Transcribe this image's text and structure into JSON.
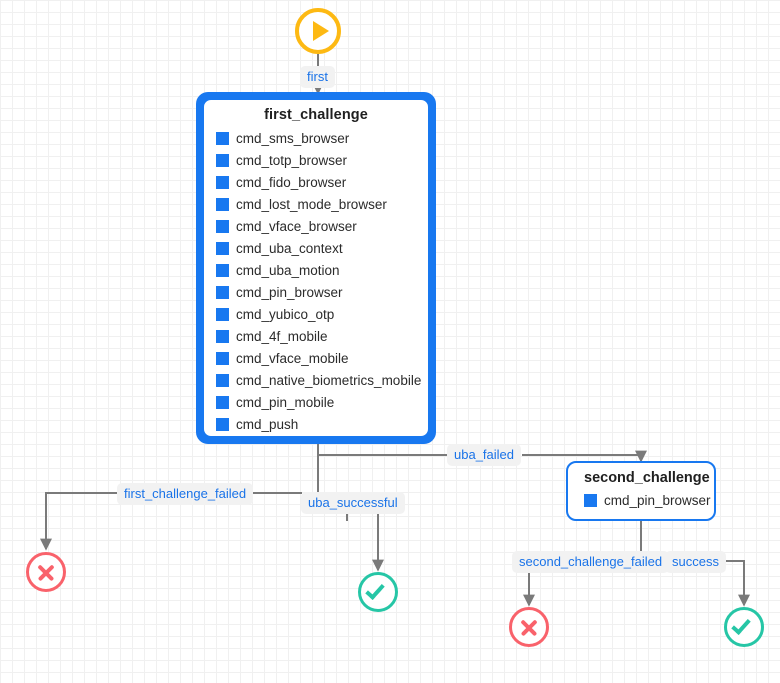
{
  "diagram": {
    "type": "state-machine-flow",
    "background": "grid",
    "colors": {
      "start_node": "#fdb913",
      "state_border": "#1878f0",
      "swatch": "#1878f0",
      "edge_label_text": "#1a73e8",
      "edge_label_bg": "#f2f2f2",
      "edge_line": "#7a7a7a",
      "fail_node": "#f9626b",
      "success_node": "#26c6a6"
    }
  },
  "start": {
    "icon": "play-icon",
    "label": "first"
  },
  "states": [
    {
      "id": "first_challenge",
      "title": "first_challenge",
      "selected": true,
      "commands": [
        "cmd_sms_browser",
        "cmd_totp_browser",
        "cmd_fido_browser",
        "cmd_lost_mode_browser",
        "cmd_vface_browser",
        "cmd_uba_context",
        "cmd_uba_motion",
        "cmd_pin_browser",
        "cmd_yubico_otp",
        "cmd_4f_mobile",
        "cmd_vface_mobile",
        "cmd_native_biometrics_mobile",
        "cmd_pin_mobile",
        "cmd_push"
      ]
    },
    {
      "id": "second_challenge",
      "title": "second_challenge",
      "selected": false,
      "commands": [
        "cmd_pin_browser"
      ]
    }
  ],
  "transitions": [
    {
      "id": "t_first",
      "label": "first"
    },
    {
      "id": "t_first_challenge_failed",
      "label": "first_challenge_failed"
    },
    {
      "id": "t_uba_successful",
      "label": "uba_successful"
    },
    {
      "id": "t_uba_failed",
      "label": "uba_failed"
    },
    {
      "id": "t_second_challenge_failed",
      "label": "second_challenge_failed"
    },
    {
      "id": "t_success",
      "label": "success"
    }
  ],
  "terminals": [
    {
      "id": "end_fail_left",
      "kind": "failure",
      "icon": "x-circle-icon"
    },
    {
      "id": "end_ok_middle",
      "kind": "success",
      "icon": "check-circle-icon"
    },
    {
      "id": "end_fail_right",
      "kind": "failure",
      "icon": "x-circle-icon"
    },
    {
      "id": "end_ok_right",
      "kind": "success",
      "icon": "check-circle-icon"
    }
  ]
}
